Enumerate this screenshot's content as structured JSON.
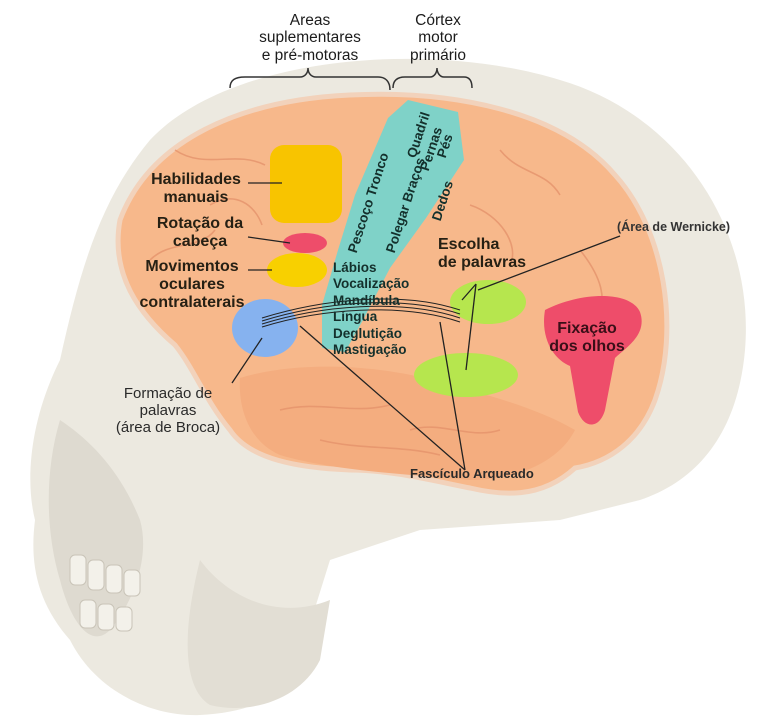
{
  "headers": {
    "supplementary": [
      "Areas",
      "suplementares",
      "e pré-motoras"
    ],
    "primary_motor": [
      "Córtex",
      "motor",
      "primário"
    ]
  },
  "motor_strip_upper": {
    "col1": "Pescoço Tronco",
    "col2": "Polegar Braços",
    "col3": "Dedos",
    "quadril": "Quadril",
    "pernas": "Pernas",
    "pes": "Pés"
  },
  "motor_strip_lower": [
    "Lábios",
    "Vocalização",
    "Mandíbula",
    "Língua",
    "Deglutição",
    "Mastigação"
  ],
  "left_labels": {
    "habilidades": [
      "Habilidades",
      "manuais"
    ],
    "rotacao": [
      "Rotação da",
      "cabeça"
    ],
    "movimentos": [
      "Movimentos",
      "oculares",
      "contralaterais"
    ]
  },
  "broca": [
    "Formação de",
    "palavras",
    "(área de Broca)"
  ],
  "escolha": [
    "Escolha",
    "de palavras"
  ],
  "wernicke": "(Área de Wernicke)",
  "fixacao": [
    "Fixação",
    "dos olhos"
  ],
  "fasciculo": "Fascículo Arqueado",
  "colors": {
    "brain": "#f8b98c",
    "motor_strip": "#7fd2c8",
    "yellow_areas": "#f8c400",
    "red_area": "#ee4d6a",
    "blue_area": "#86b2ef",
    "green_area": "#b6e64e",
    "skull": "#ebe8df"
  }
}
